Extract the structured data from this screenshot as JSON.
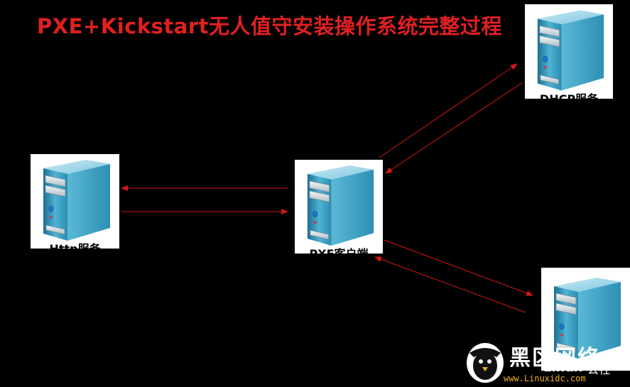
{
  "title": "PXE+Kickstart无人值守安装操作系统完整过程",
  "nodes": {
    "dhcp": {
      "label": "DHCP服务"
    },
    "http": {
      "label": "Http服务"
    },
    "client": {
      "label": "PXE客户端"
    },
    "tftp": {
      "label": ""
    }
  },
  "colors": {
    "title": "#e02020",
    "arrow": "#d01818",
    "server_body": "#2a93b8"
  },
  "icons": {
    "server": "server-icon",
    "watermark_logo": "penguin-icon"
  },
  "watermark": {
    "cn": "黑区网络",
    "brand": "Linux",
    "community": "公社",
    "url": "www.Linuxidc.com"
  }
}
